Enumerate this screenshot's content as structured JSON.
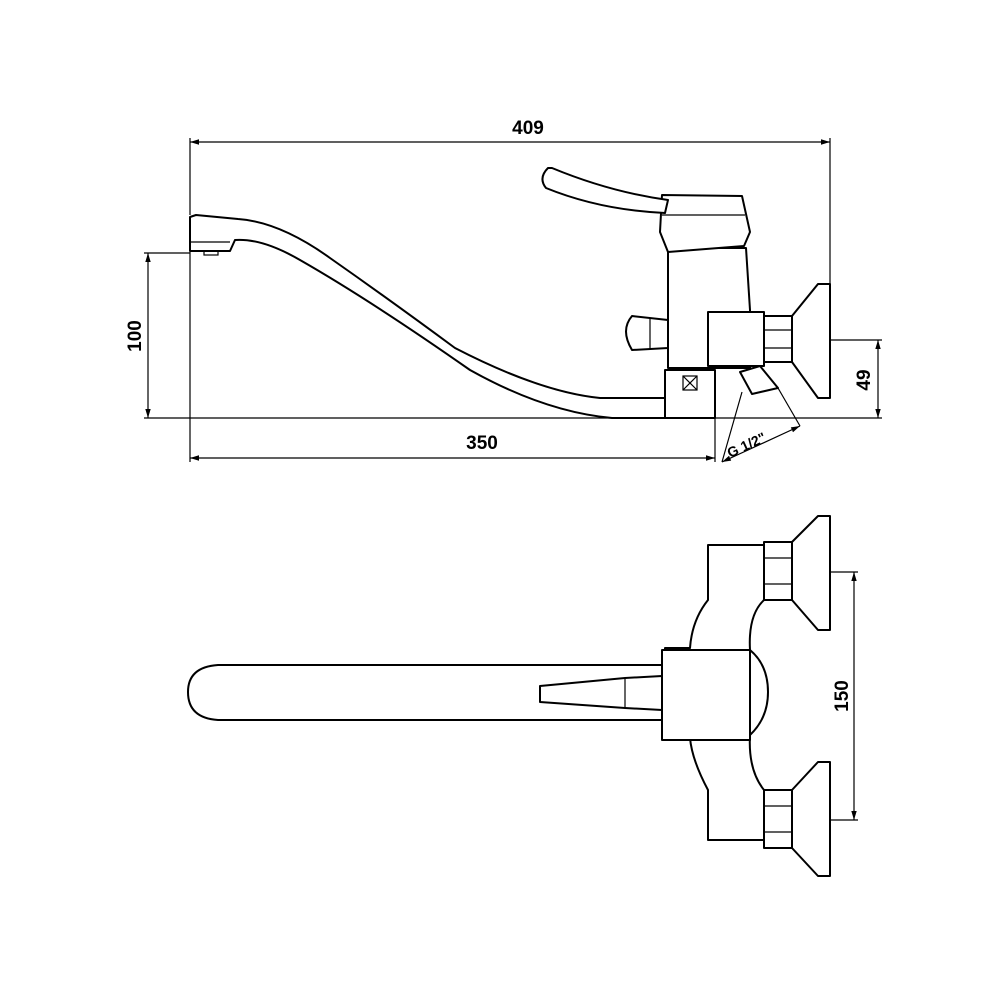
{
  "dimensions": {
    "overall_length": "409",
    "spout_reach": "350",
    "spout_height": "100",
    "outlet_height": "49",
    "inlet_spacing": "150",
    "thread": "G 1/2\""
  },
  "colors": {
    "line": "#000000",
    "background": "#ffffff"
  }
}
